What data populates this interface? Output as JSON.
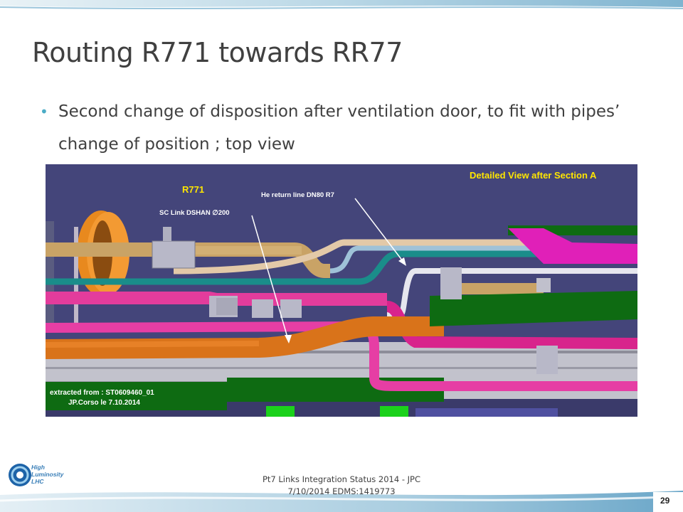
{
  "slide": {
    "title": "Routing R771 towards RR77",
    "bullet": "Second change of disposition after ventilation door, to fit with pipes’ change of position ; top view"
  },
  "figure": {
    "view_title": "Detailed View after Section A",
    "section_label": "R771",
    "he_line_label": "He return line DN80 R7",
    "sc_link_label": "SC Link DSHAN ∅200",
    "source_line1": "extracted from : ST0609460_01",
    "source_line2": "JP.Corso le 7.10.2014"
  },
  "footer": {
    "logo_line1": "High",
    "logo_line2": "Luminosity",
    "logo_line3": "LHC",
    "text_line1": "Pt7 Links Integration Status 2014 - JPC",
    "text_line2": "7/10/2014  EDMS:1419773",
    "page_number": "29"
  },
  "colors": {
    "title": "#404040",
    "bullet_accent": "#4bacc6",
    "figure_background": "#44457a",
    "label_yellow": "#ffe600",
    "label_white": "#ffffff"
  }
}
